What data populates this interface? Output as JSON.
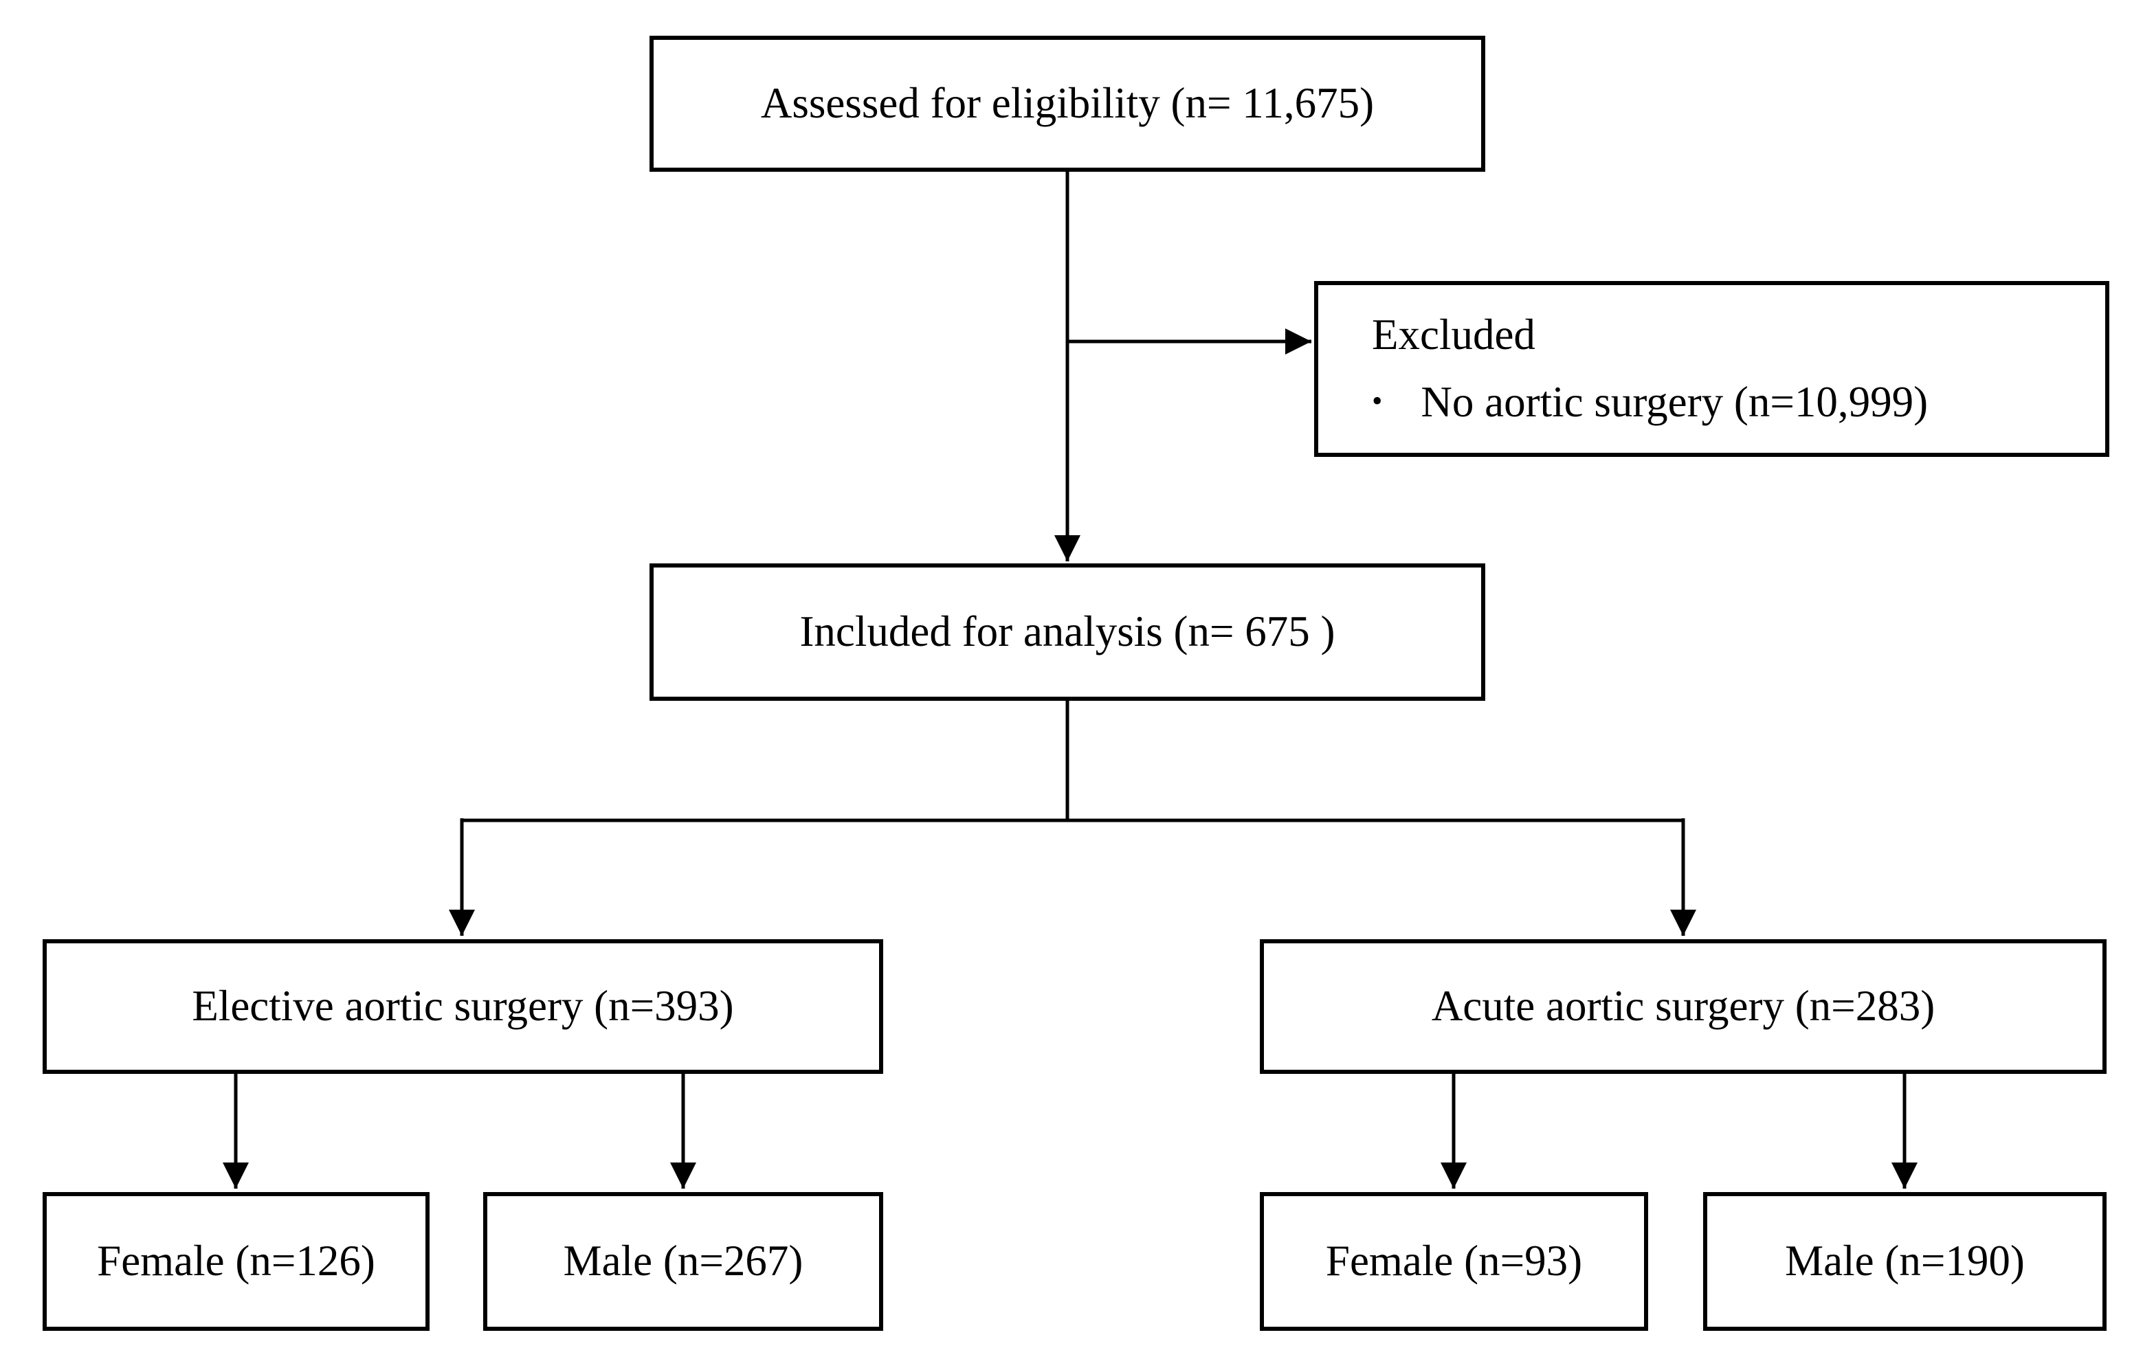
{
  "diagram": {
    "type": "flowchart",
    "background_color": "#ffffff",
    "box_border_color": "#000000",
    "box_fill_color": "#ffffff",
    "text_color": "#000000",
    "nodes": {
      "assessed": {
        "label": "Assessed for eligibility (n= 11,675)"
      },
      "excluded": {
        "heading": "Excluded",
        "bullet_char": "•",
        "bullet_text": "No aortic surgery (n=10,999)"
      },
      "included": {
        "label": "Included for analysis (n= 675 )"
      },
      "elective": {
        "label": "Elective aortic surgery (n=393)"
      },
      "elective_female": {
        "label": "Female (n=126)"
      },
      "elective_male": {
        "label": "Male (n=267)"
      },
      "acute": {
        "label": "Acute aortic surgery (n=283)"
      },
      "acute_female": {
        "label": "Female (n=93)"
      },
      "acute_male": {
        "label": "Male (n=190)"
      }
    }
  }
}
